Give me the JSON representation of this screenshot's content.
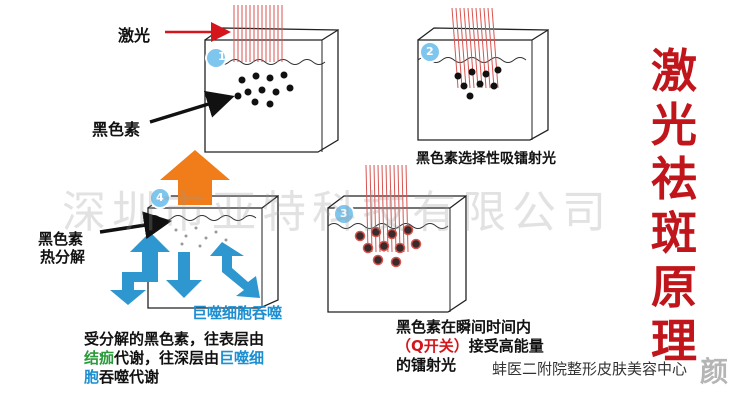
{
  "title_chars": [
    "激",
    "光",
    "祛",
    "斑",
    "原",
    "理"
  ],
  "labels": {
    "laser": "激光",
    "melanin": "黑色素",
    "selective_absorb": "黑色素选择性吸镭射光",
    "heat_decompose_1": "黑色素",
    "heat_decompose_2": "热分解",
    "macrophage": "巨噬细胞吞噬"
  },
  "step_numbers": [
    "1",
    "2",
    "3",
    "4"
  ],
  "left_caption": {
    "line1": "受分解的黑色素，往表层由",
    "line2_hl": "结痂",
    "line2_rest": "代谢，往深层由",
    "line2_hl2": "巨噬细",
    "line3_hl": "胞",
    "line3_rest": "吞噬代谢"
  },
  "right_caption": {
    "line1": "黑色素在瞬间时间内",
    "line2_hl": "（Q开关）",
    "line2_rest": "接受高能量",
    "line3": "的镭射光"
  },
  "watermark": "深圳市亚特科技有限公司",
  "footer": "蚌医二附院整形皮肤美容中心",
  "footer_mark": "颜",
  "colors": {
    "title_red": "#c0151b",
    "arrow_red": "#d4151b",
    "laser_red": "#d9534f",
    "orange_arrow": "#f07d1a",
    "blue_arrow": "#2e97cf",
    "step_circle": "#7fc6ee"
  }
}
